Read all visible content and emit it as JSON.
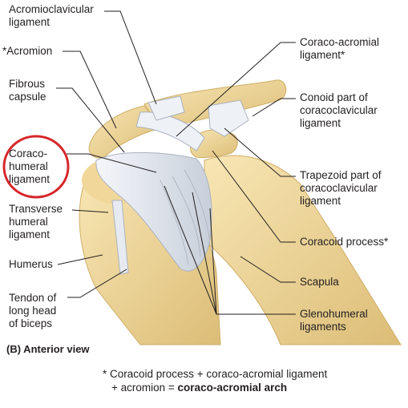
{
  "labels_left": {
    "acromioclavicular": [
      "Acromioclavicular",
      "ligament"
    ],
    "acromion": [
      "*Acromion"
    ],
    "fibrous_capsule": [
      "Fibrous",
      "capsule"
    ],
    "coracohumeral": [
      "Coraco-",
      "humeral",
      "ligament"
    ],
    "transverse_humeral": [
      "Transverse",
      "humeral",
      "ligament"
    ],
    "humerus": [
      "Humerus"
    ],
    "tendon_biceps": [
      "Tendon of",
      "long head",
      "of biceps"
    ]
  },
  "labels_right": {
    "coraco_acromial": [
      "Coraco-acromial",
      "ligament*"
    ],
    "conoid": [
      "Conoid part of",
      "coracoclavicular",
      "ligament"
    ],
    "trapezoid": [
      "Trapezoid part of",
      "coracoclavicular",
      "ligament"
    ],
    "coracoid_process": [
      "Coracoid process*"
    ],
    "scapula": [
      "Scapula"
    ],
    "glenohumeral": [
      "Glenohumeral",
      "ligaments"
    ]
  },
  "caption": "(B) Anterior view",
  "footnote": {
    "line1": "* Coracoid process + coraco-acromial ligament",
    "line2_prefix": "+ acromion = ",
    "line2_bold": "coraco-acromial arch"
  },
  "colors": {
    "bone": "#f3dca0",
    "bone_shade": "#d9b870",
    "ligament": "#e9ecf2",
    "ligament_shade": "#b9c0cc",
    "highlight_circle": "#d7262b",
    "leader": "#231f20"
  },
  "icons": {
    "highlight": "red-circle-annotation"
  }
}
